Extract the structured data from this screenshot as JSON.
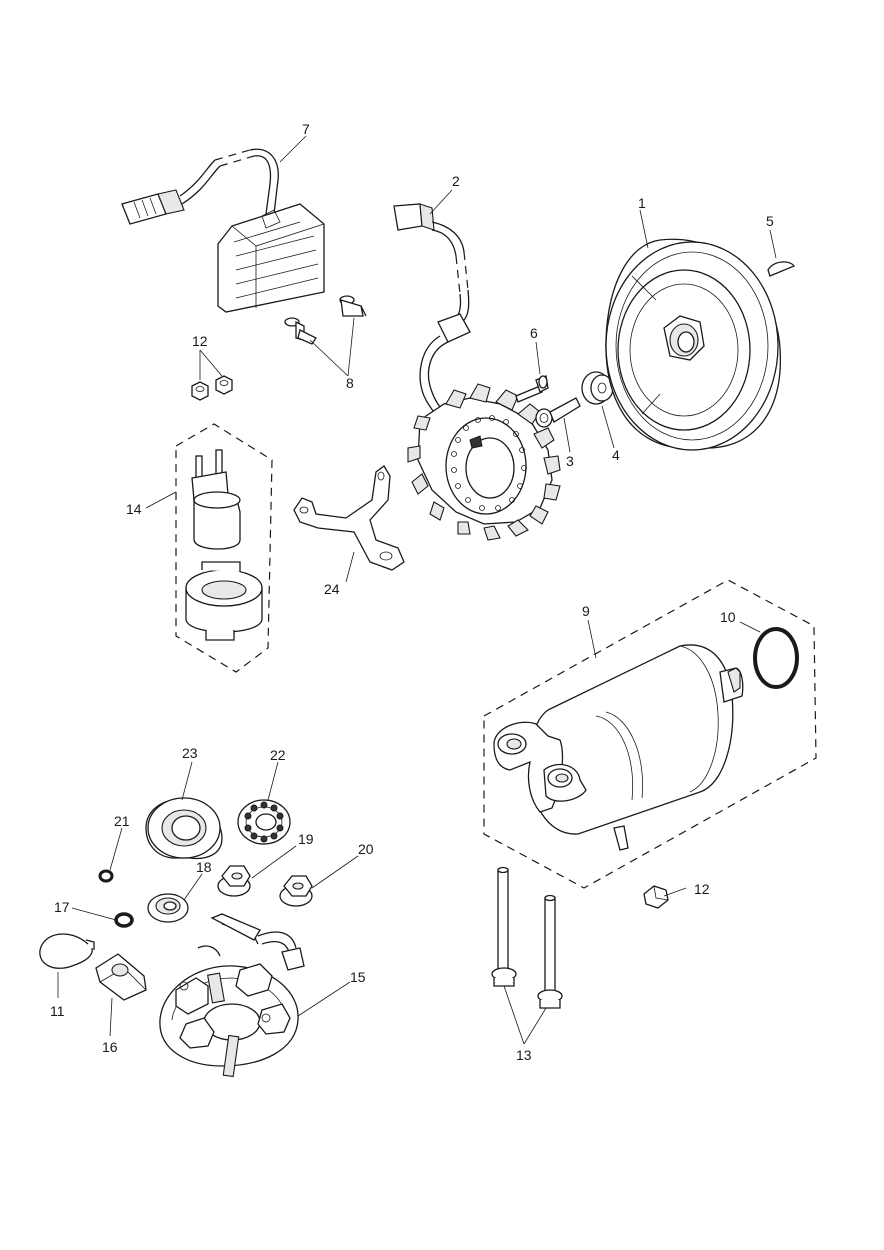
{
  "callouts": {
    "p1": "1",
    "p2": "2",
    "p3": "3",
    "p4": "4",
    "p5": "5",
    "p6": "6",
    "p7": "7",
    "p8": "8",
    "p9": "9",
    "p10": "10",
    "p11": "11",
    "p12a": "12",
    "p12b": "12",
    "p13": "13",
    "p14": "14",
    "p15": "15",
    "p16": "16",
    "p17": "17",
    "p18": "18",
    "p19": "19",
    "p20": "20",
    "p21": "21",
    "p22": "22",
    "p23": "23",
    "p24": "24"
  }
}
